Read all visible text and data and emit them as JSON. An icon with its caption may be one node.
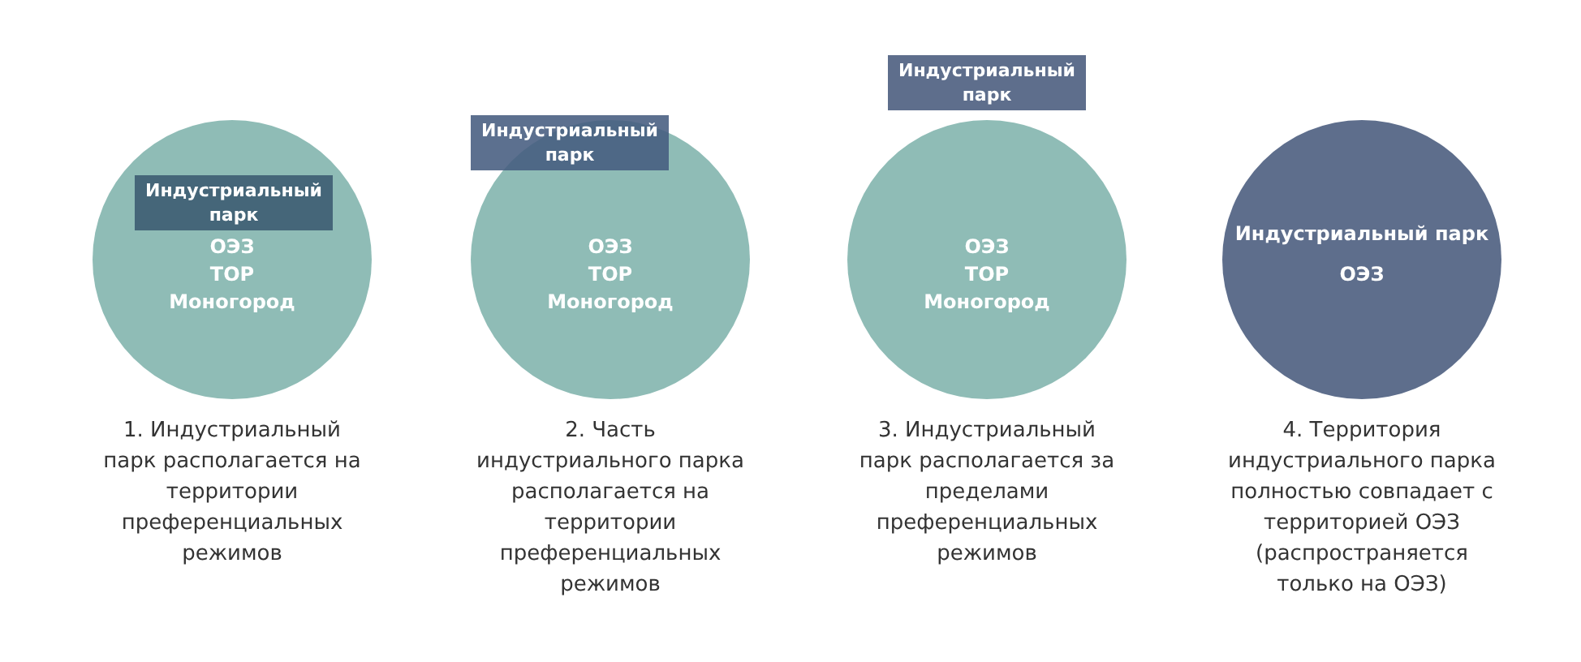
{
  "diagram": {
    "nodes": [
      {
        "text": [
          "ОЭЗ",
          "ТОР",
          "Моногород"
        ],
        "beside": [
          "1. Индустриальный парк располагается на территории преференциальных режимов"
        ]
      },
      {
        "text": [
          "Индустриальный парк"
        ],
        "in": 0
      },
      {
        "text": [
          "Индустриальный парк"
        ]
      },
      {
        "text": [
          "ОЭЗ",
          "ТОР",
          "Моногород"
        ],
        "beside": [
          "2. Часть индустриального парка располагается на территории преференциальных режимов"
        ]
      },
      {
        "text": [
          "Индустриальный парк"
        ]
      },
      {
        "text": [
          "ОЭЗ",
          "ТОР",
          "Моногород"
        ],
        "beside": [
          "3. Индустриальный парк располагается за пределами преференциальных режимов"
        ]
      },
      {
        "text": [
          "Индустриальный парк",
          "ОЭЗ"
        ],
        "beside": [
          "4. Территория индустриального парка полностью совпадает с территорией ОЭЗ (распространяется только на ОЭЗ)"
        ]
      }
    ]
  }
}
